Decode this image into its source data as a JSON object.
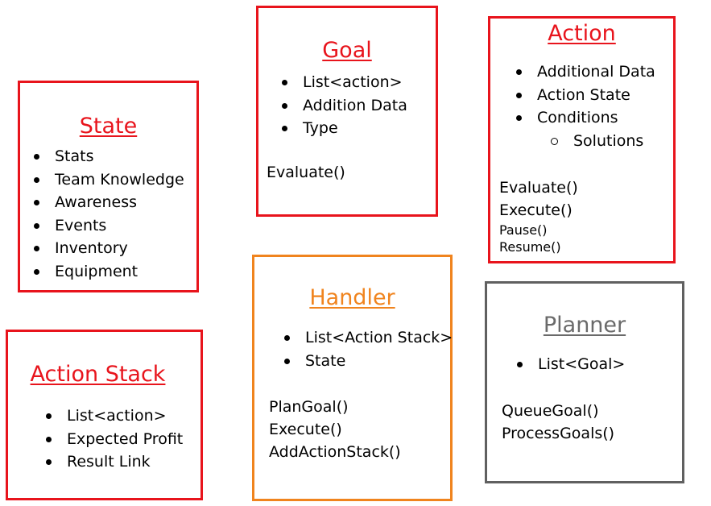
{
  "state": {
    "title": "State",
    "items": [
      "Stats",
      "Team Knowledge",
      "Awareness",
      "Events",
      "Inventory",
      "Equipment"
    ]
  },
  "goal": {
    "title": "Goal",
    "items": [
      "List<action>",
      "Addition Data",
      "Type"
    ],
    "methods": [
      "Evaluate()"
    ]
  },
  "action": {
    "title": "Action",
    "items": [
      "Additional Data",
      "Action State",
      "Conditions"
    ],
    "subitems": [
      "Solutions"
    ],
    "methods": [
      "Evaluate()",
      "Execute()"
    ],
    "small_methods": [
      "Pause()",
      "Resume()"
    ]
  },
  "action_stack": {
    "title": "Action Stack",
    "items": [
      "List<action>",
      "Expected Profit",
      "Result Link"
    ]
  },
  "handler": {
    "title": "Handler",
    "items": [
      "List<Action Stack>",
      "State"
    ],
    "methods": [
      "PlanGoal()",
      "Execute()",
      "AddActionStack()"
    ]
  },
  "planner": {
    "title": "Planner",
    "items": [
      "List<Goal>"
    ],
    "methods": [
      "QueueGoal()",
      "ProcessGoals()"
    ]
  },
  "colors": {
    "red": "#e8141c",
    "orange": "#f0841e",
    "gray_border": "#606060",
    "gray_title": "#6a6a6a"
  }
}
